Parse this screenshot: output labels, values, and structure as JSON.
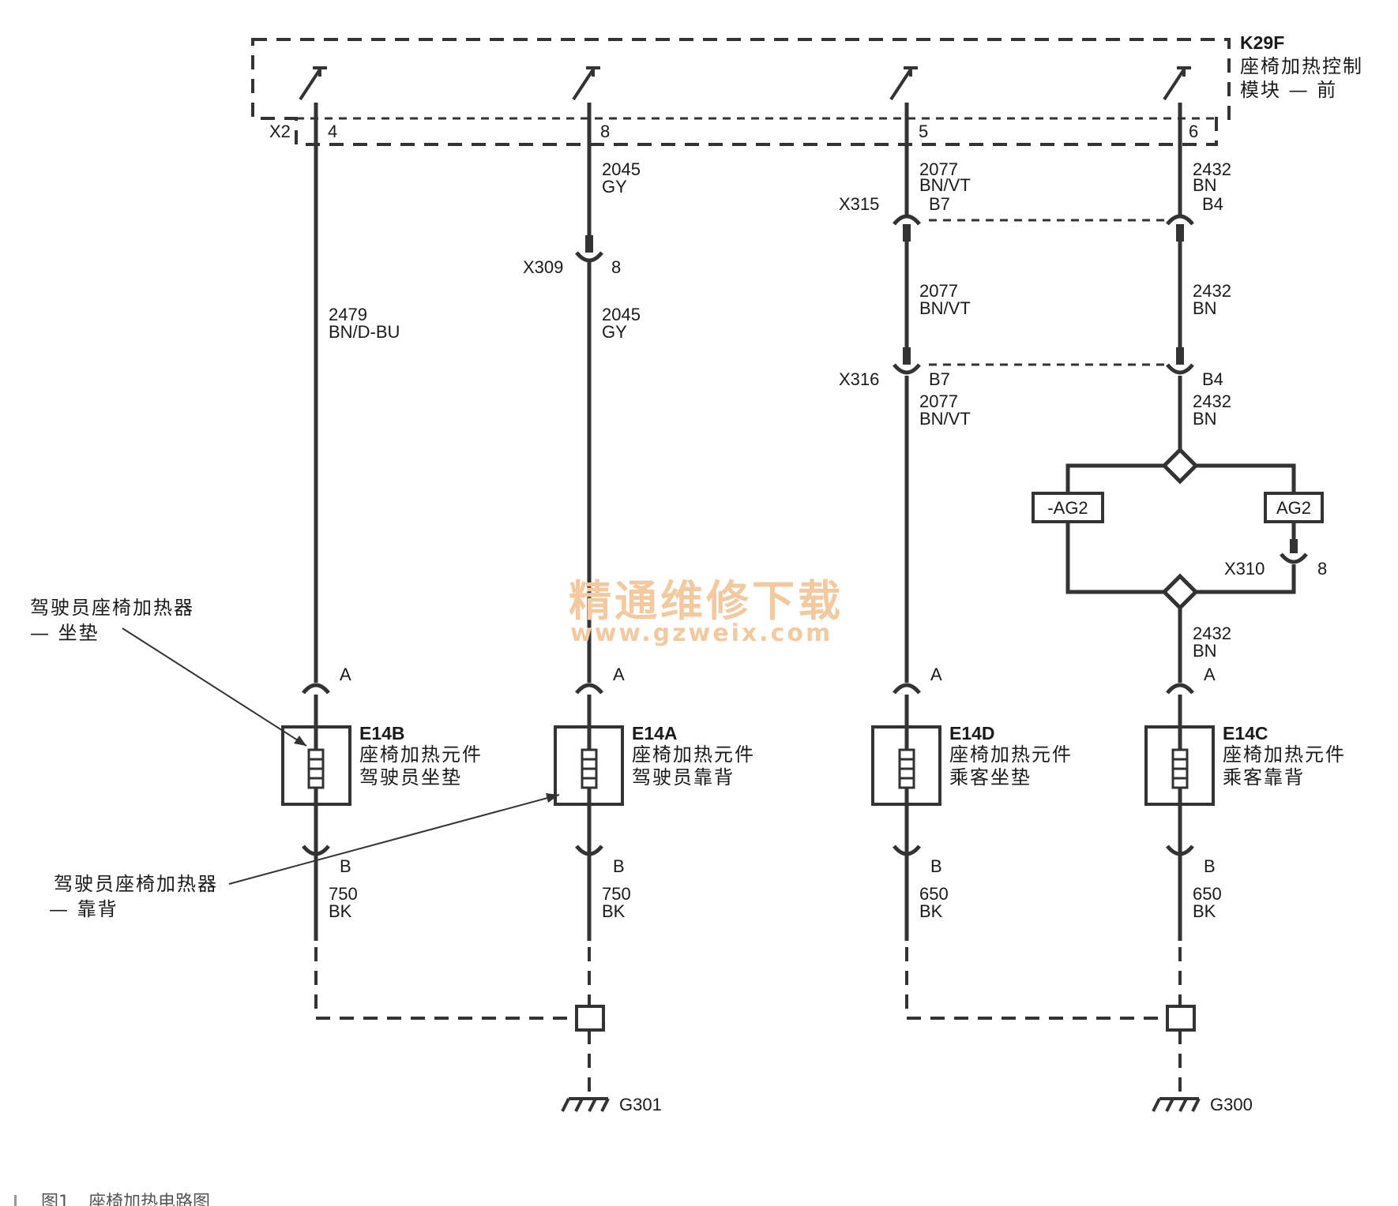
{
  "module": {
    "id": "K29F",
    "name_line1": "座椅加热控制",
    "name_line2": "模块 — 前",
    "connector": "X2"
  },
  "pins": [
    "4",
    "8",
    "5",
    "6"
  ],
  "wires": {
    "c1_main": {
      "num": "2479",
      "color": "BN/D-BU"
    },
    "c2_top": {
      "num": "2045",
      "color": "GY"
    },
    "c2_main": {
      "num": "2045",
      "color": "GY"
    },
    "c3_top": {
      "num": "2077",
      "color": "BN/VT"
    },
    "c3_mid": {
      "num": "2077",
      "color": "BN/VT"
    },
    "c3_low": {
      "num": "2077",
      "color": "BN/VT"
    },
    "c4_top": {
      "num": "2432",
      "color": "BN"
    },
    "c4_mid": {
      "num": "2432",
      "color": "BN"
    },
    "c4_low": {
      "num": "2432",
      "color": "BN"
    },
    "c4_bot": {
      "num": "2432",
      "color": "BN"
    },
    "c1_gnd": {
      "num": "750",
      "color": "BK"
    },
    "c2_gnd": {
      "num": "750",
      "color": "BK"
    },
    "c3_gnd": {
      "num": "650",
      "color": "BK"
    },
    "c4_gnd": {
      "num": "650",
      "color": "BK"
    }
  },
  "connectors": {
    "x309": {
      "id": "X309",
      "pin": "8"
    },
    "x315": {
      "id": "X315",
      "pin_left": "B7",
      "pin_right": "B4"
    },
    "x316": {
      "id": "X316",
      "pin_left": "B7",
      "pin_right": "B4"
    },
    "x310": {
      "id": "X310",
      "pin": "8"
    },
    "pin_a": "A",
    "pin_b": "B"
  },
  "options": {
    "neg": "-AG2",
    "pos": "AG2"
  },
  "heaters": [
    {
      "id": "E14B",
      "line1": "座椅加热元件",
      "line2": "驾驶员坐垫"
    },
    {
      "id": "E14A",
      "line1": "座椅加热元件",
      "line2": "驾驶员靠背"
    },
    {
      "id": "E14D",
      "line1": "座椅加热元件",
      "line2": "乘客坐垫"
    },
    {
      "id": "E14C",
      "line1": "座椅加热元件",
      "line2": "乘客靠背"
    }
  ],
  "grounds": [
    "G301",
    "G300"
  ],
  "callouts": {
    "cushion_line1": "驾驶员座椅加热器",
    "cushion_line2": "— 坐垫",
    "back_line1": "驾驶员座椅加热器",
    "back_line2": "— 靠背"
  },
  "watermark": {
    "cn": "精通维修下载",
    "url": "www.gzweix.com"
  },
  "caption": {
    "fig": "图1",
    "title": "座椅加热电路图"
  }
}
